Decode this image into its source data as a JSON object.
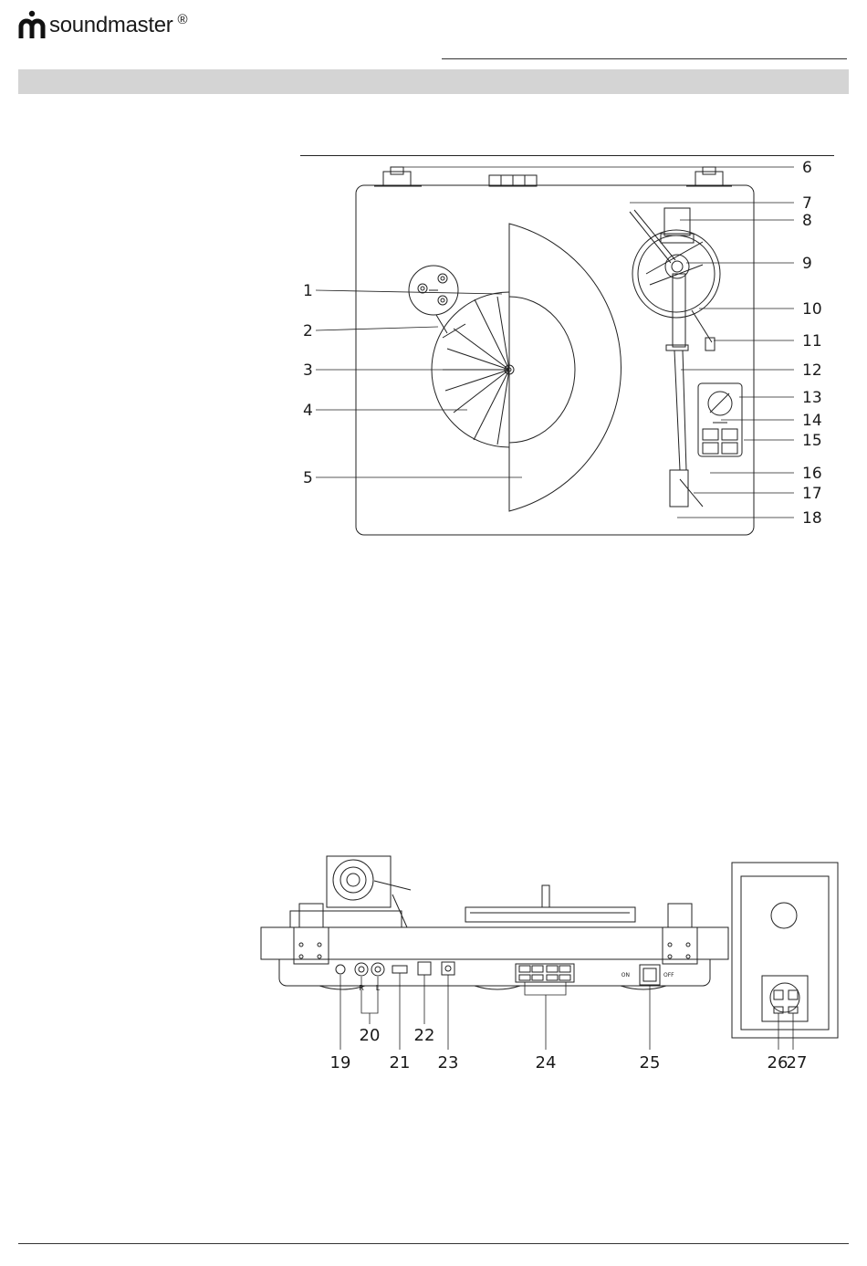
{
  "header": {
    "brand": "soundmaster",
    "registered_mark": "®"
  },
  "figure_top": {
    "callouts": [
      {
        "number": "1"
      },
      {
        "number": "2"
      },
      {
        "number": "3"
      },
      {
        "number": "4"
      },
      {
        "number": "5"
      },
      {
        "number": "6"
      },
      {
        "number": "7"
      },
      {
        "number": "8"
      },
      {
        "number": "9"
      },
      {
        "number": "10"
      },
      {
        "number": "11"
      },
      {
        "number": "12"
      },
      {
        "number": "13"
      },
      {
        "number": "14"
      },
      {
        "number": "15"
      },
      {
        "number": "16"
      },
      {
        "number": "17"
      },
      {
        "number": "18"
      }
    ]
  },
  "figure_rear": {
    "callouts": [
      {
        "number": "19"
      },
      {
        "number": "20"
      },
      {
        "number": "21"
      },
      {
        "number": "22"
      },
      {
        "number": "23"
      },
      {
        "number": "24"
      },
      {
        "number": "25"
      },
      {
        "number": "26"
      },
      {
        "number": "27"
      }
    ],
    "switch_labels": {
      "on": "ON",
      "off": "OFF"
    },
    "jack_labels": {
      "right": "R",
      "left": "L"
    }
  }
}
